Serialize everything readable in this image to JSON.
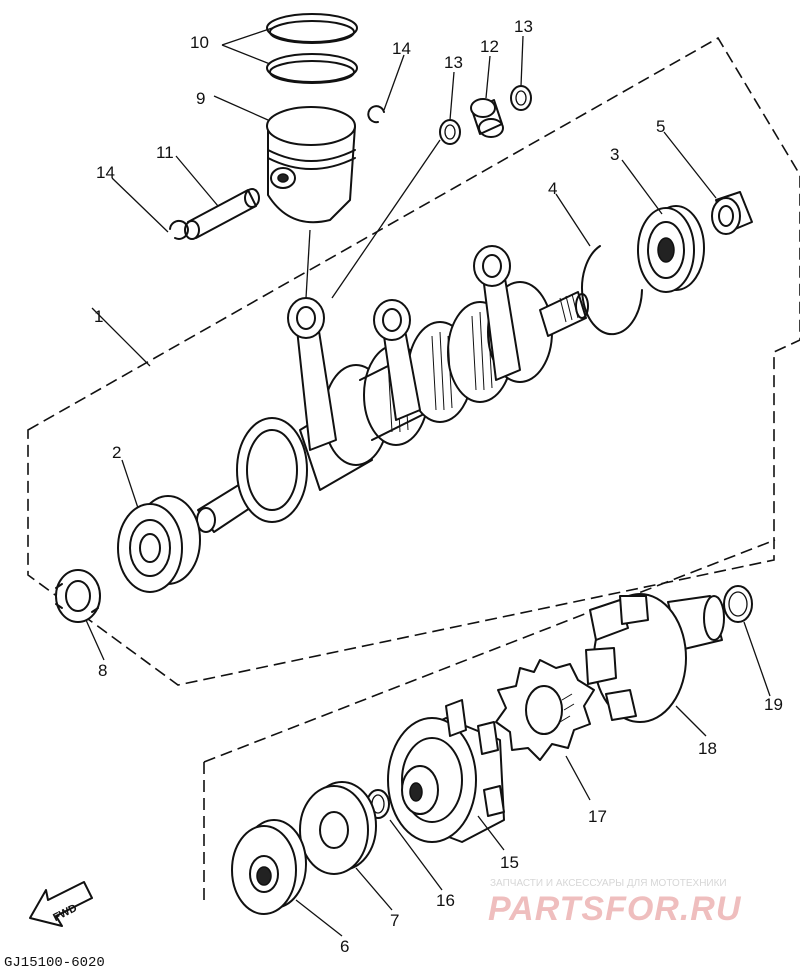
{
  "diagram": {
    "code": "GJ15100-6020",
    "fwd_label": "FWD",
    "watermark_small": "ЗАПЧАСТИ И АКСЕССУАРЫ ДЛЯ МОТОТЕХНИКИ",
    "watermark_big": "PARTSFOR.RU",
    "callouts": {
      "c1": "1",
      "c2": "2",
      "c3": "3",
      "c4": "4",
      "c5": "5",
      "c6": "6",
      "c7": "7",
      "c8": "8",
      "c9": "9",
      "c10": "10",
      "c11": "11",
      "c12": "12",
      "c13a": "13",
      "c13b": "13",
      "c14a": "14",
      "c14b": "14",
      "c15": "15",
      "c16": "16",
      "c17": "17",
      "c18": "18",
      "c19": "19"
    }
  }
}
